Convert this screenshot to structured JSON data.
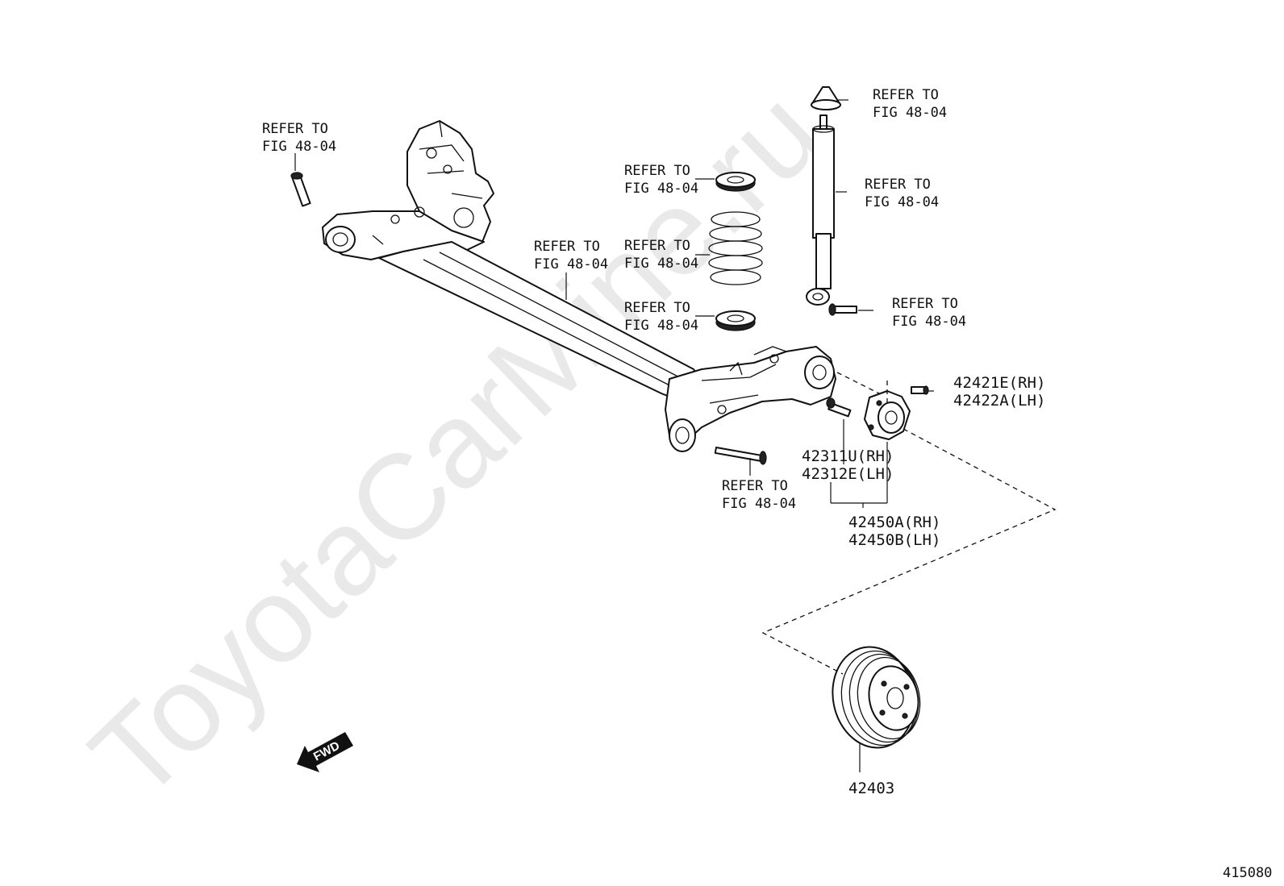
{
  "watermark": "ToyotaCarMine.ru",
  "figure_number": "415080",
  "fwd_label": "FWD",
  "refer_line1": "REFER TO",
  "refer_line2": "FIG 48-04",
  "parts": {
    "p42421E": "42421E(RH)",
    "p42422A": "42422A(LH)",
    "p42311U": "42311U(RH)",
    "p42312E": "42312E(LH)",
    "p42450A": "42450A(RH)",
    "p42450B": "42450B(LH)",
    "p42403": "42403"
  }
}
